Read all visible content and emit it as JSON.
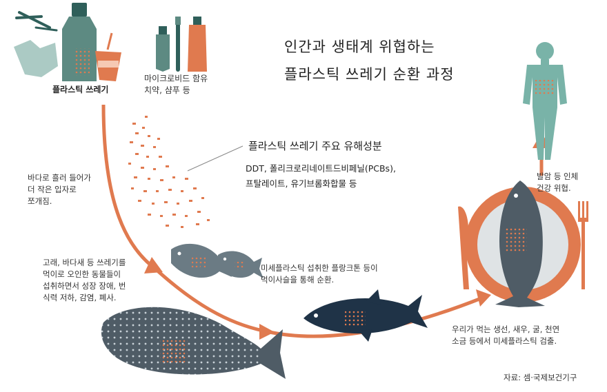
{
  "title": {
    "line1": "인간과 생태계 위협하는",
    "line2": "플라스틱 쓰레기 순환 과정"
  },
  "labels": {
    "plastic_waste": "플라스틱 쓰레기",
    "microbeads_line1": "마이크로비드 함유",
    "microbeads_line2": "치약, 샴푸 등",
    "harmful_title": "플라스틱 쓰레기 주요 유해성분",
    "harmful_line1": "DDT, 폴리크로리네이트드비페닐(PCBs),",
    "harmful_line2": "프탈레이트, 유기브롬화합물 등",
    "sea_line1": "바다로 흘러 들어가",
    "sea_line2": "더 작은 입자로",
    "sea_line3": "쪼개짐.",
    "whale_line1": "고래, 바다새 등 쓰레기를",
    "whale_line2": "먹이로 오인한 동물들이",
    "whale_line3": "섭취하면서 성장 장애, 번",
    "whale_line4": "식력 저하, 감염, 폐사.",
    "plankton_line1": "미세플라스틱 섭취한 플랑크톤 등이",
    "plankton_line2": "먹이사슬을 통해 순환.",
    "eat_line1": "우리가 먹는 생선, 새우, 굴, 천연",
    "eat_line2": "소금 등에서 미세플라스틱 검출.",
    "human_line1": "발암 등 인체",
    "human_line2": "건강 위협.",
    "source": "자료: 셈·국제보건기구"
  },
  "colors": {
    "orange": "#e07a4f",
    "teal": "#5d8a82",
    "dark_teal": "#2f5f5a",
    "navy": "#1f3347",
    "whale_gray": "#4f5c66",
    "fish_gray": "#6b7b84",
    "human": "#79b3a8"
  },
  "icons": [
    "fork-knife-icon",
    "plastic-bottle-icon",
    "plastic-bag-icon",
    "cup-straw-icon",
    "toothpaste-icon",
    "toothbrush-icon",
    "shampoo-icon",
    "human-figure-icon",
    "tuna-on-plate-icon",
    "knife-icon",
    "fork-icon",
    "small-fish-icon",
    "tuna-icon",
    "whale-shark-icon"
  ]
}
